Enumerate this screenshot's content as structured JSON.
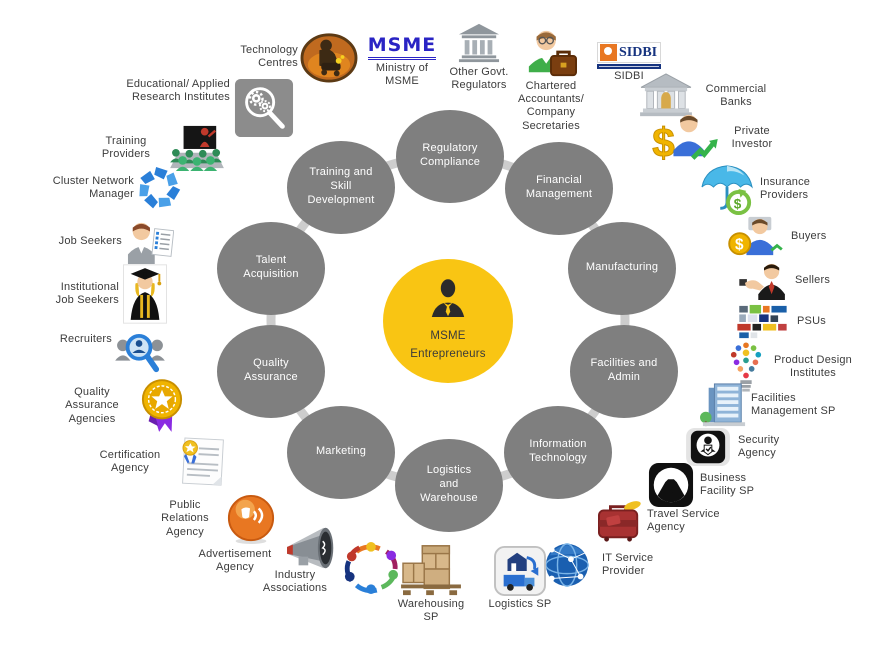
{
  "diagram_title": "MSME Entrepreneurs ecosystem",
  "center": {
    "label": "MSME\nEntrepreneurs",
    "icon": "businessperson-icon"
  },
  "colors": {
    "center_fill": "#f9c513",
    "ring_fill": "#7f7f7f",
    "connector": "#cdcdcd",
    "ring_text": "#ffffff",
    "label_text": "#3c3c3c",
    "msme_logo_blue": "#2a24c4",
    "sidbi_blue": "#16337f",
    "sidbi_orange": "#e87722"
  },
  "ring": [
    {
      "id": "regulatory-compliance",
      "label": "Regulatory\nCompliance"
    },
    {
      "id": "financial-management",
      "label": "Financial\nManagement"
    },
    {
      "id": "manufacturing",
      "label": "Manufacturing"
    },
    {
      "id": "facilities-and-admin",
      "label": "Facilities and\nAdmin"
    },
    {
      "id": "information-technology",
      "label": "Information\nTechnology"
    },
    {
      "id": "logistics-and-warehouse",
      "label": "Logistics\nand\nWarehouse"
    },
    {
      "id": "marketing",
      "label": "Marketing"
    },
    {
      "id": "quality-assurance",
      "label": "Quality\nAssurance"
    },
    {
      "id": "talent-acquisition",
      "label": "Talent\nAcquisition"
    },
    {
      "id": "training-and-skill-development",
      "label": "Training and\nSkill\nDevelopment"
    }
  ],
  "logos": {
    "msme_logo": "MSME",
    "sidbi_logo": "SIDBI"
  },
  "stakeholders": [
    {
      "id": "technology-centres",
      "label": "Technology\nCentres",
      "icon": "technology-centres-icon"
    },
    {
      "id": "ministry-of-msme",
      "label": "Ministry of\nMSME",
      "icon": "msme-logo"
    },
    {
      "id": "other-govt-regulators",
      "label": "Other Govt.\nRegulators",
      "icon": "govt-building-icon"
    },
    {
      "id": "chartered-accountants-company-secretaries",
      "label": "Chartered\nAccountants/\nCompany\nSecretaries",
      "icon": "accountant-icon"
    },
    {
      "id": "sidbi",
      "label": "SIDBI",
      "icon": "sidbi-logo"
    },
    {
      "id": "commercial-banks",
      "label": "Commercial\nBanks",
      "icon": "bank-building-icon"
    },
    {
      "id": "private-investor",
      "label": "Private\nInvestor",
      "icon": "investor-icon"
    },
    {
      "id": "insurance-providers",
      "label": "Insurance\nProviders",
      "icon": "insurance-umbrella-icon"
    },
    {
      "id": "buyers",
      "label": "Buyers",
      "icon": "buyer-icon"
    },
    {
      "id": "sellers",
      "label": "Sellers",
      "icon": "seller-icon"
    },
    {
      "id": "psus",
      "label": "PSUs",
      "icon": "psu-collage-icon"
    },
    {
      "id": "product-design-institutes",
      "label": "Product Design\nInstitutes",
      "icon": "design-bulb-icon"
    },
    {
      "id": "facilities-management-sp",
      "label": "Facilities\nManagement SP",
      "icon": "facilities-building-icon"
    },
    {
      "id": "security-agency",
      "label": "Security\nAgency",
      "icon": "security-icon"
    },
    {
      "id": "business-facility-sp",
      "label": "Business\nFacility SP",
      "icon": "business-facility-icon"
    },
    {
      "id": "travel-service-agency",
      "label": "Travel Service\nAgency",
      "icon": "travel-case-icon"
    },
    {
      "id": "it-service-provider",
      "label": "IT Service\nProvider",
      "icon": "it-globe-icon"
    },
    {
      "id": "logistics-sp",
      "label": "Logistics SP",
      "icon": "logistics-truck-icon"
    },
    {
      "id": "warehousing-sp",
      "label": "Warehousing\nSP",
      "icon": "warehouse-boxes-icon"
    },
    {
      "id": "industry-associations",
      "label": "Industry\nAssociations",
      "icon": "industry-network-icon"
    },
    {
      "id": "advertisement-agency",
      "label": "Advertisement\nAgency",
      "icon": "advertisement-megaphone-icon"
    },
    {
      "id": "public-relations-agency",
      "label": "Public\nRelations\nAgency",
      "icon": "pr-speaker-icon"
    },
    {
      "id": "certification-agency",
      "label": "Certification\nAgency",
      "icon": "certificate-icon"
    },
    {
      "id": "quality-assurance-agencies",
      "label": "Quality\nAssurance\nAgencies",
      "icon": "qa-medal-icon"
    },
    {
      "id": "recruiters",
      "label": "Recruiters",
      "icon": "recruiter-search-icon"
    },
    {
      "id": "institutional-job-seekers",
      "label": "Institutional\nJob Seekers",
      "icon": "graduate-icon"
    },
    {
      "id": "job-seekers",
      "label": "Job Seekers",
      "icon": "jobseeker-doc-icon"
    },
    {
      "id": "cluster-network-manager",
      "label": "Cluster Network\nManager",
      "icon": "cluster-pinwheel-icon"
    },
    {
      "id": "training-providers",
      "label": "Training\nProviders",
      "icon": "training-classroom-icon"
    },
    {
      "id": "educational-applied-research-institutes",
      "label": "Educational/ Applied\nResearch Institutes",
      "icon": "research-magnifier-icon"
    }
  ]
}
